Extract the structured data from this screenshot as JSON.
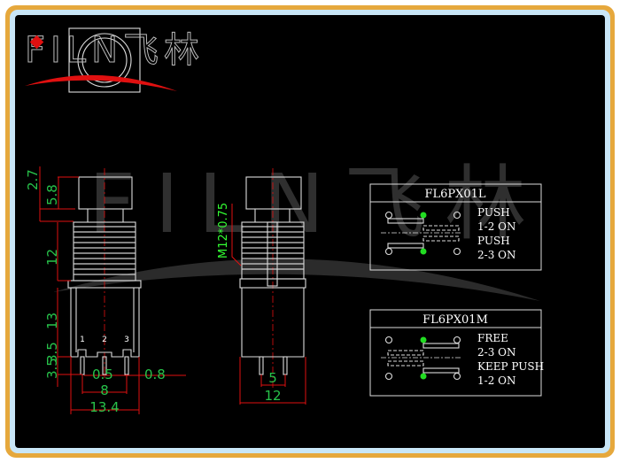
{
  "logo": {
    "text": "FILN飞林",
    "accent": "#e01010"
  },
  "watermark": "FILN飞林",
  "left_view": {
    "pins": [
      "1",
      "2",
      "3"
    ],
    "dims": {
      "cap_top": "2.7",
      "cap": "5.8",
      "thread": "12",
      "body": "13",
      "pin_a": "3.5",
      "pin_b": "3.5",
      "pin_width": "0.5",
      "pin_thick": "0.8",
      "pitch": "8",
      "width": "13.4"
    }
  },
  "right_view": {
    "thread_label": "M12*0.75",
    "dims": {
      "pin_pitch": "5",
      "width": "12"
    }
  },
  "schematics": [
    {
      "title": "FL6PX01L",
      "lines": [
        "PUSH",
        "1-2 ON",
        "PUSH",
        "2-3 ON"
      ]
    },
    {
      "title": "FL6PX01M",
      "lines": [
        "FREE",
        "2-3 ON",
        "KEEP PUSH",
        "1-2 ON"
      ]
    }
  ],
  "colors": {
    "dimension": "#27c24a",
    "frame": "#e6a83c",
    "contact": "#22dd22"
  }
}
